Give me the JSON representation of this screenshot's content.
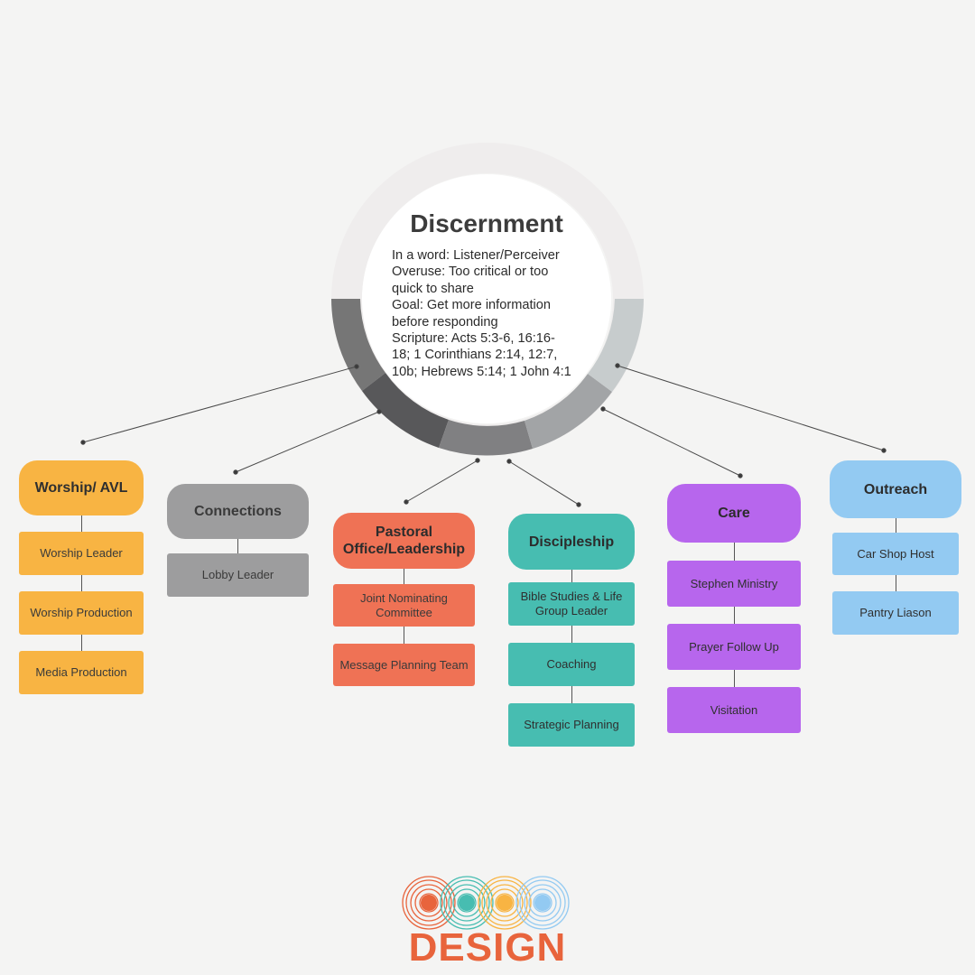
{
  "center": {
    "title": "Discernment",
    "lines": [
      "In a word: Listener/Perceiver",
      "Overuse: Too critical or too",
      "quick to share",
      "Goal: Get more information",
      "before responding",
      "Scripture: Acts 5:3-6, 16:16-",
      "18; 1 Corinthians 2:14, 12:7,",
      "10b; Hebrews 5:14; 1 John 4:1"
    ]
  },
  "colors": {
    "worship": "#f8b443",
    "connections": "#9d9d9e",
    "pastoral": "#ef7255",
    "discipleship": "#47bdb1",
    "care": "#b766ed",
    "outreach": "#93caf2",
    "ring_light": "#efeded",
    "logo_orange": "#e8643c"
  },
  "groups": [
    {
      "key": "worship",
      "title": "Worship/ AVL",
      "items": [
        "Worship Leader",
        "Worship Production",
        "Media Production"
      ]
    },
    {
      "key": "connections",
      "title": "Connections",
      "items": [
        "Lobby Leader"
      ]
    },
    {
      "key": "pastoral",
      "title": "Pastoral Office/Leadership",
      "items": [
        "Joint Nominating Committee",
        "Message Planning Team"
      ]
    },
    {
      "key": "discipleship",
      "title": "Discipleship",
      "items": [
        "Bible Studies & Life Group Leader",
        "Coaching",
        "Strategic Planning"
      ]
    },
    {
      "key": "care",
      "title": "Care",
      "items": [
        "Stephen Ministry",
        "Prayer Follow Up",
        "Visitation"
      ]
    },
    {
      "key": "outreach",
      "title": "Outreach",
      "items": [
        "Car Shop Host",
        "Pantry Liason"
      ]
    }
  ],
  "logo": {
    "word": "DESIGN",
    "icon": "concentric-circles-logo-icon"
  }
}
